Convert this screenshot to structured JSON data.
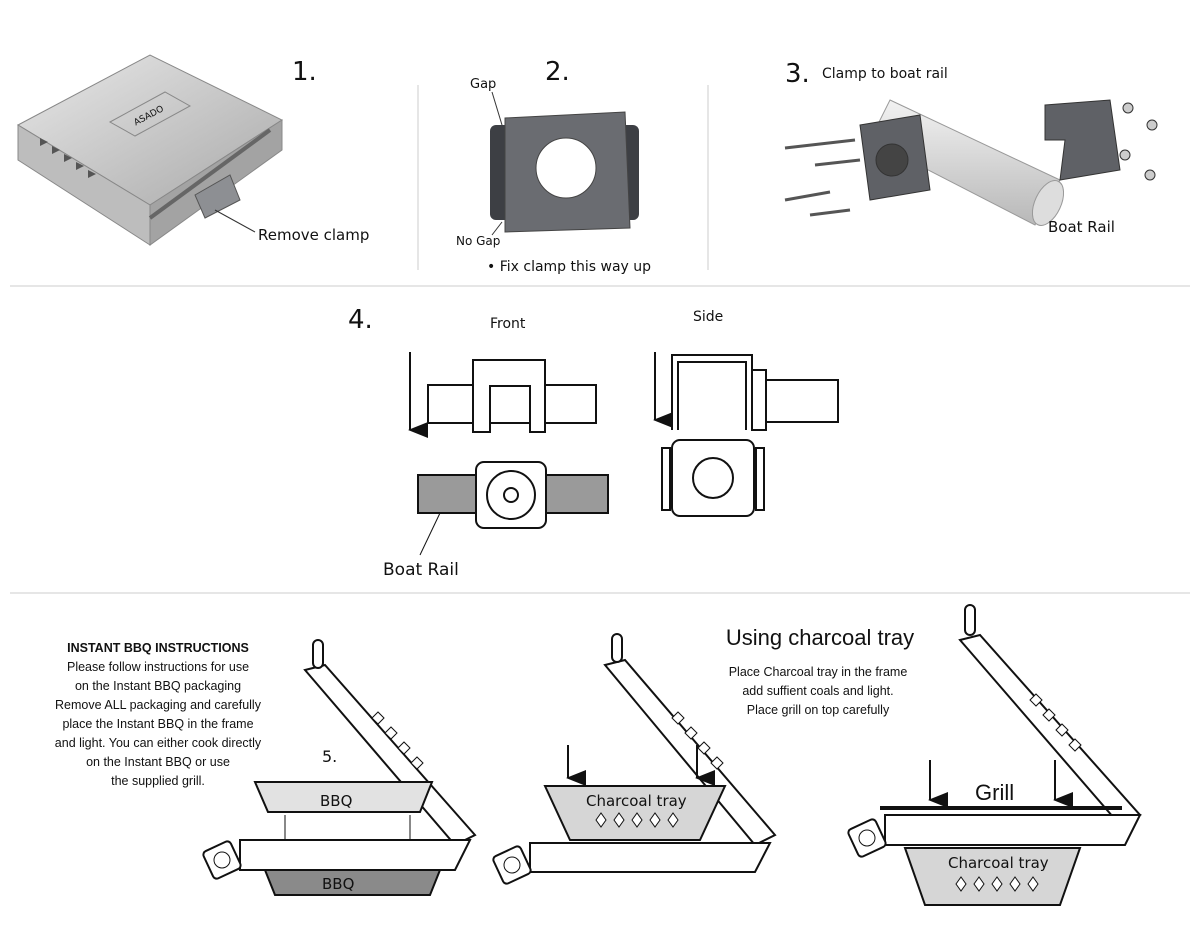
{
  "step1": {
    "number": "1.",
    "caption": "Remove clamp",
    "lid_brand": "ASADO"
  },
  "step2": {
    "number": "2.",
    "gap_label": "Gap",
    "no_gap_label": "No Gap",
    "note": "• Fix clamp this way up"
  },
  "step3": {
    "number": "3.",
    "title": "Clamp to boat rail",
    "rail_label": "Boat Rail"
  },
  "step4": {
    "number": "4.",
    "front_label": "Front",
    "side_label": "Side",
    "rail_label": "Boat Rail"
  },
  "step5": {
    "number": "5.",
    "instructions": [
      "INSTANT BBQ INSTRUCTIONS",
      "Please follow instructions for use",
      "on the Instant BBQ packaging",
      "Remove ALL packaging and carefully",
      "place the Instant BBQ in the frame",
      "and light. You can either cook directly",
      "on the Instant BBQ or use",
      "the supplied grill."
    ],
    "bbq_label": "BBQ",
    "charcoal_title": "Using charcoal tray",
    "charcoal_instructions": [
      "Place Charcoal tray in the frame",
      "add suffient  coals and light.",
      "Place grill on top carefully"
    ],
    "tray_label": "Charcoal tray",
    "grill_label": "Grill"
  },
  "colors": {
    "metal": "#c9c9c9",
    "clamp": "#5f6166",
    "tray": "#d6d6d6",
    "bbq_dark": "#8a8a8a"
  }
}
